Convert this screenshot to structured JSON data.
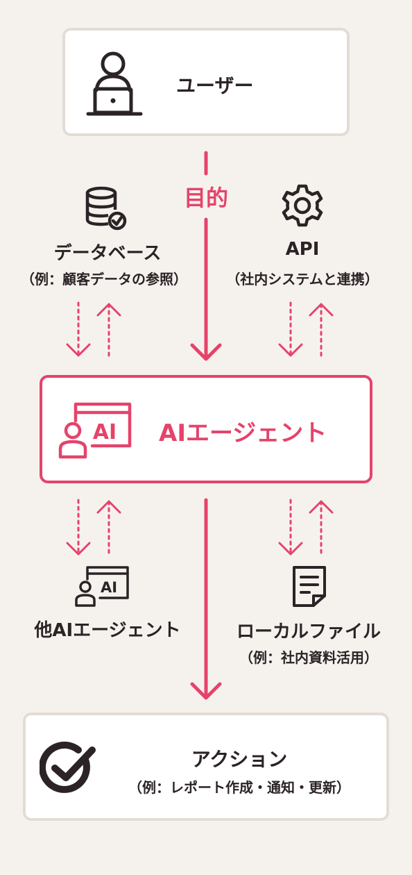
{
  "user": {
    "label": "ユーザー",
    "icon": "user-at-laptop-icon"
  },
  "purpose_label": "目的",
  "database": {
    "label": "データベース",
    "sub": "（例：顧客データの参照）",
    "icon": "database-check-icon"
  },
  "api": {
    "label": "API",
    "sub": "（社内システムと連携）",
    "icon": "gear-icon"
  },
  "agent": {
    "label": "AIエージェント",
    "icon": "ai-agent-icon",
    "icon_text": "AI"
  },
  "other_agent": {
    "label": "他AIエージェント",
    "icon": "ai-agent-icon",
    "icon_text": "AI"
  },
  "local_file": {
    "label": "ローカルファイル",
    "sub": "（例：社内資料活用）",
    "icon": "document-icon"
  },
  "action": {
    "label": "アクション",
    "sub": "（例：レポート作成・通知・更新）",
    "icon": "check-circle-icon"
  },
  "colors": {
    "accent": "#e5436a",
    "text": "#2b2326",
    "border": "#e3dcd6",
    "background": "#f5f2ee"
  }
}
